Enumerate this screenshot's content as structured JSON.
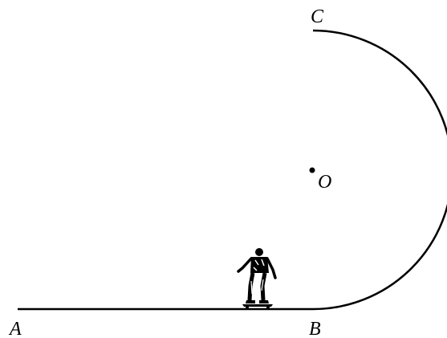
{
  "labels": {
    "A": "A",
    "B": "B",
    "C": "C",
    "O": "O"
  },
  "figure": {
    "icon": "skateboarder-icon"
  }
}
